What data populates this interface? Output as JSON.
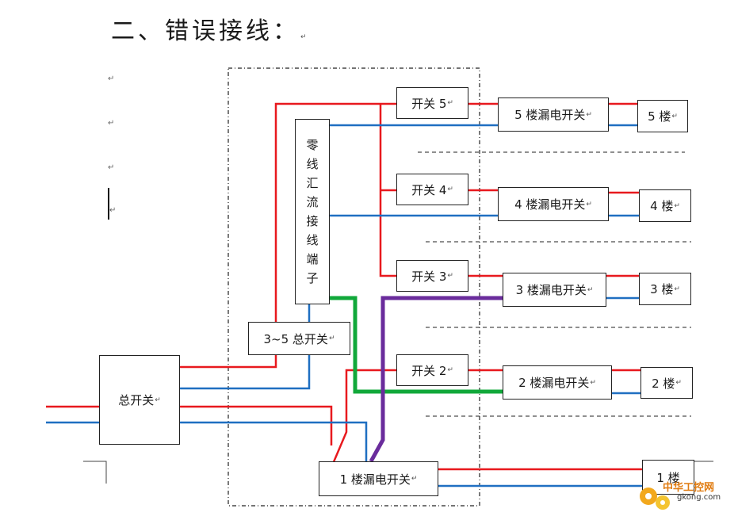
{
  "title": "二、错误接线：",
  "para_mark": "↵",
  "colors": {
    "live": "#e8191e",
    "neutral": "#1f6fc1",
    "green": "#11a83a",
    "purple": "#6a2c9c"
  },
  "boxes": {
    "main_switch": "总开关",
    "sub_switch": "3~5 总开关",
    "neutral_bus": [
      "零",
      "线",
      "汇",
      "流",
      "接",
      "线",
      "端",
      "子"
    ],
    "switch_5": "开关 5",
    "switch_4": "开关 4",
    "switch_3": "开关 3",
    "switch_2": "开关 2",
    "rcd_5": "5 楼漏电开关",
    "rcd_4": "4 楼漏电开关",
    "rcd_3": "3 楼漏电开关",
    "rcd_2": "2 楼漏电开关",
    "rcd_1": "1 楼漏电开关",
    "floor_5": "5 楼",
    "floor_4": "4 楼",
    "floor_3": "3 楼",
    "floor_2": "2 楼",
    "floor_1": "1 楼"
  },
  "watermark": {
    "name": "中华工控网",
    "url": "gkong.com"
  }
}
